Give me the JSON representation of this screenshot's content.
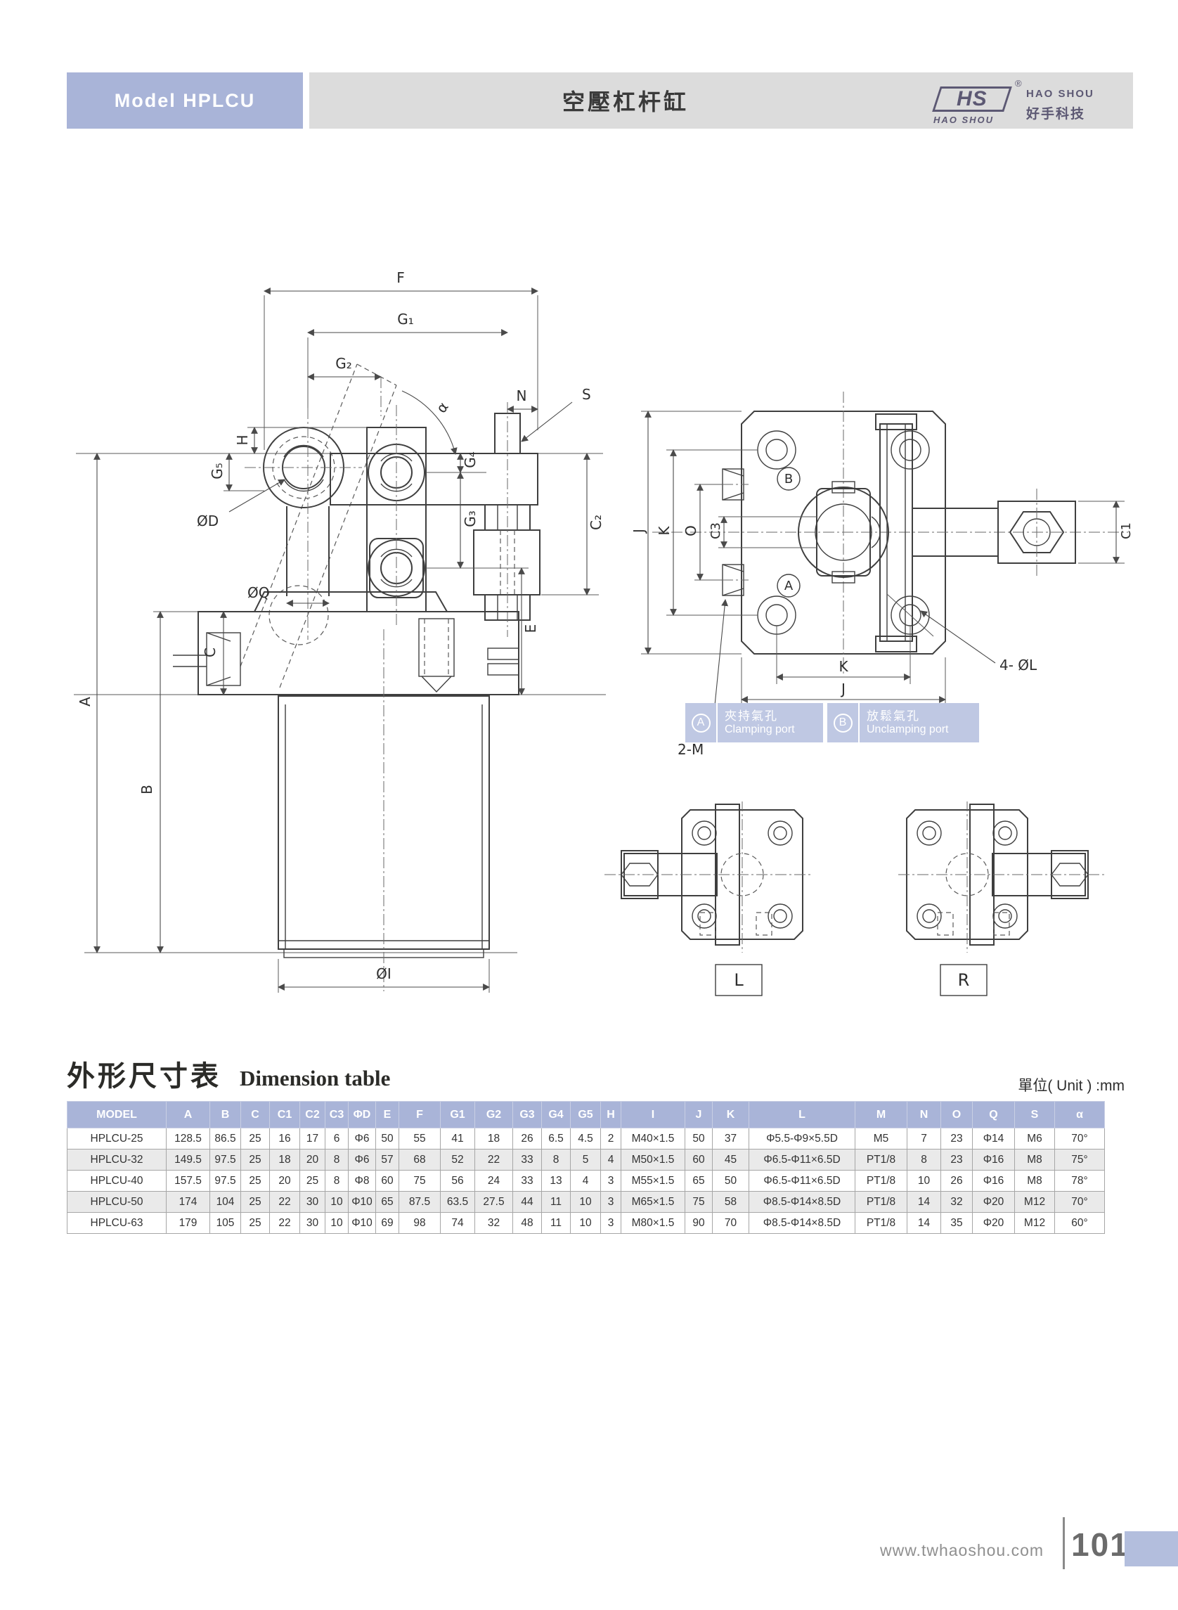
{
  "header": {
    "model": "Model HPLCU",
    "title": "空壓杠杆缸"
  },
  "logo": {
    "hs": "HS",
    "reg": "®",
    "en": "HAO SHOU",
    "zh": "好手科技",
    "sub": "HAO SHOU"
  },
  "drawing": {
    "side_view": {
      "F": "F",
      "G1": "G₁",
      "G2": "G₂",
      "alpha": "α",
      "N": "N",
      "S": "S",
      "H": "H",
      "G5": "G₅",
      "D": "ØD",
      "G4": "G₄",
      "C2": "C₂",
      "G3": "G₃",
      "Q": "ØQ",
      "E": "E",
      "C": "C",
      "A": "A",
      "B": "B",
      "I": "ØI"
    },
    "top_view": {
      "J": "J",
      "K": "K",
      "O": "O",
      "C3": "C3",
      "B": "B",
      "A": "A",
      "C1": "C1",
      "holes": "4- ØL",
      "ports": "2-M",
      "K2": "K",
      "J2": "J"
    },
    "views": {
      "left": "L",
      "right": "R"
    }
  },
  "legend": {
    "a_letter": "A",
    "a_zh": "夾持氣孔",
    "a_en": "Clamping port",
    "b_letter": "B",
    "b_zh": "放鬆氣孔",
    "b_en": "Unclamping port"
  },
  "section": {
    "title_zh": "外形尺寸表",
    "title_en": "Dimension table",
    "unit": "單位( Unit ) :mm"
  },
  "table": {
    "columns": [
      "MODEL",
      "A",
      "B",
      "C",
      "C1",
      "C2",
      "C3",
      "ΦD",
      "E",
      "F",
      "G1",
      "G2",
      "G3",
      "G4",
      "G5",
      "H",
      "I",
      "J",
      "K",
      "L",
      "M",
      "N",
      "O",
      "Q",
      "S",
      "α"
    ],
    "rows": [
      [
        "HPLCU-25",
        "128.5",
        "86.5",
        "25",
        "16",
        "17",
        "6",
        "Φ6",
        "50",
        "55",
        "41",
        "18",
        "26",
        "6.5",
        "4.5",
        "2",
        "M40×1.5",
        "50",
        "37",
        "Φ5.5-Φ9×5.5D",
        "M5",
        "7",
        "23",
        "Φ14",
        "M6",
        "70°"
      ],
      [
        "HPLCU-32",
        "149.5",
        "97.5",
        "25",
        "18",
        "20",
        "8",
        "Φ6",
        "57",
        "68",
        "52",
        "22",
        "33",
        "8",
        "5",
        "4",
        "M50×1.5",
        "60",
        "45",
        "Φ6.5-Φ11×6.5D",
        "PT1/8",
        "8",
        "23",
        "Φ16",
        "M8",
        "75°"
      ],
      [
        "HPLCU-40",
        "157.5",
        "97.5",
        "25",
        "20",
        "25",
        "8",
        "Φ8",
        "60",
        "75",
        "56",
        "24",
        "33",
        "13",
        "4",
        "3",
        "M55×1.5",
        "65",
        "50",
        "Φ6.5-Φ11×6.5D",
        "PT1/8",
        "10",
        "26",
        "Φ16",
        "M8",
        "78°"
      ],
      [
        "HPLCU-50",
        "174",
        "104",
        "25",
        "22",
        "30",
        "10",
        "Φ10",
        "65",
        "87.5",
        "63.5",
        "27.5",
        "44",
        "11",
        "10",
        "3",
        "M65×1.5",
        "75",
        "58",
        "Φ8.5-Φ14×8.5D",
        "PT1/8",
        "14",
        "32",
        "Φ20",
        "M12",
        "70°"
      ],
      [
        "HPLCU-63",
        "179",
        "105",
        "25",
        "22",
        "30",
        "10",
        "Φ10",
        "69",
        "98",
        "74",
        "32",
        "48",
        "11",
        "10",
        "3",
        "M80×1.5",
        "90",
        "70",
        "Φ8.5-Φ14×8.5D",
        "PT1/8",
        "14",
        "35",
        "Φ20",
        "M12",
        "60°"
      ]
    ]
  },
  "footer": {
    "url": "www.twhaoshou.com",
    "page": "101"
  },
  "colors": {
    "header_blue": "#a9b4d8",
    "bar_gray": "#dcdcdc",
    "legend_blue": "#bfc8e3",
    "table_header_blue": "#a9b4d8",
    "row_alt_gray": "#eaeaea",
    "logo_purple": "#5c5873",
    "footer_blue": "#b3bedd"
  }
}
